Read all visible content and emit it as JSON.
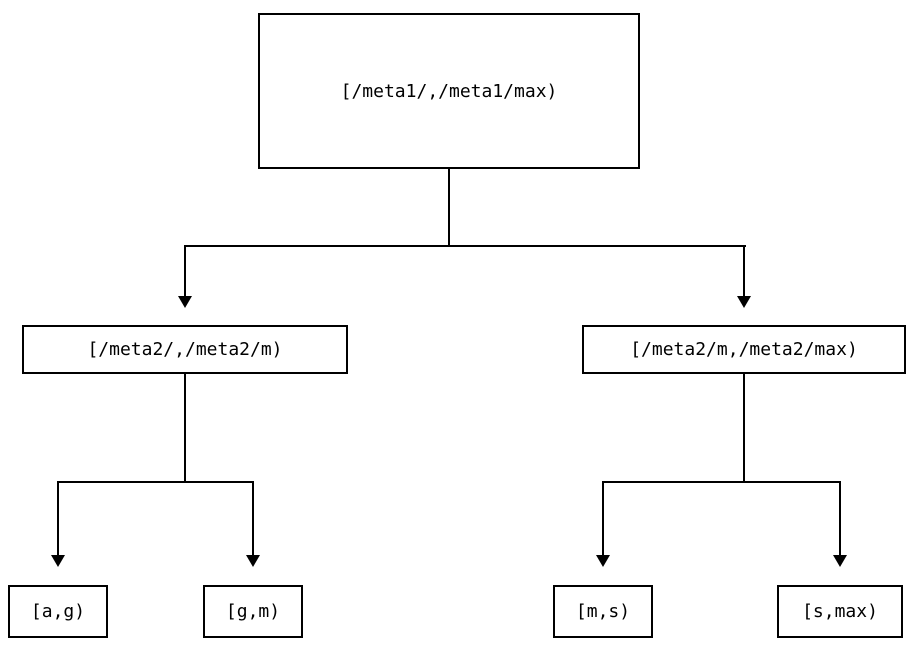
{
  "diagram": {
    "type": "tree",
    "description": "Interval range partition tree",
    "colors": {
      "background": "#ffffff",
      "line": "#000000",
      "box_border": "#000000",
      "text": "#000000"
    },
    "nodes": {
      "root": {
        "label": "[/meta1/,/meta1/max)"
      },
      "left_child": {
        "label": "[/meta2/,/meta2/m)"
      },
      "right_child": {
        "label": "[/meta2/m,/meta2/max)"
      },
      "leaf_ag": {
        "label": "[a,g)"
      },
      "leaf_gm": {
        "label": "[g,m)"
      },
      "leaf_ms": {
        "label": "[m,s)"
      },
      "leaf_smax": {
        "label": "[s,max)"
      }
    },
    "edges": [
      {
        "from": "root",
        "to": "left_child"
      },
      {
        "from": "root",
        "to": "right_child"
      },
      {
        "from": "left_child",
        "to": "leaf_ag"
      },
      {
        "from": "left_child",
        "to": "leaf_gm"
      },
      {
        "from": "right_child",
        "to": "leaf_ms"
      },
      {
        "from": "right_child",
        "to": "leaf_smax"
      }
    ]
  }
}
